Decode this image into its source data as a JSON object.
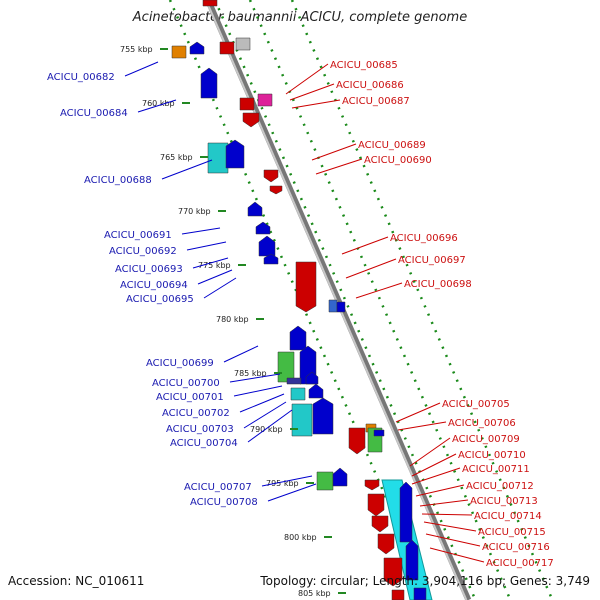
{
  "title": "Acinetobacter baumannii ACICU, complete genome",
  "footer": {
    "accession": "Accession: NC_010611",
    "summary": "Topology: circular; Length: 3,904,116 bp; Genes: 3,749"
  },
  "colors": {
    "forward": "#0000cc",
    "reverse": "#cc0000",
    "backbone": "#999999",
    "track_dots": "#1a8a1a",
    "tick": "#228822"
  },
  "ticks": [
    "755 kbp",
    "760 kbp",
    "765 kbp",
    "770 kbp",
    "775 kbp",
    "780 kbp",
    "785 kbp",
    "790 kbp",
    "795 kbp",
    "800 kbp",
    "805 kbp"
  ],
  "left_labels": [
    "ACICU_00682",
    "ACICU_00684",
    "ACICU_00688",
    "ACICU_00691",
    "ACICU_00692",
    "ACICU_00693",
    "ACICU_00694",
    "ACICU_00695",
    "ACICU_00699",
    "ACICU_00700",
    "ACICU_00701",
    "ACICU_00702",
    "ACICU_00703",
    "ACICU_00704",
    "ACICU_00707",
    "ACICU_00708"
  ],
  "right_labels": [
    "ACICU_00685",
    "ACICU_00686",
    "ACICU_00687",
    "ACICU_00689",
    "ACICU_00690",
    "ACICU_00696",
    "ACICU_00697",
    "ACICU_00698",
    "ACICU_00705",
    "ACICU_00706",
    "ACICU_00709",
    "ACICU_00710",
    "ACICU_00711",
    "ACICU_00712",
    "ACICU_00713",
    "ACICU_00714",
    "ACICU_00715",
    "ACICU_00716",
    "ACICU_00717"
  ]
}
